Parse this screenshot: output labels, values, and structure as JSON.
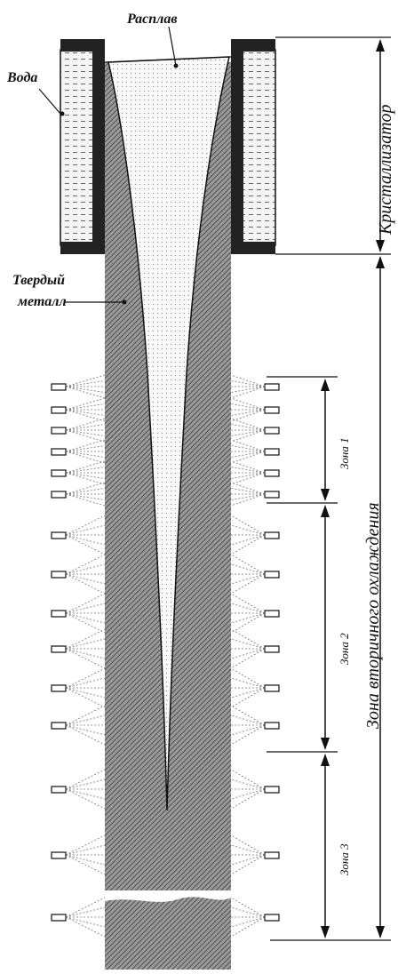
{
  "labels": {
    "melt": "Расплав",
    "water": "Вода",
    "solid_line1": "Твердый",
    "solid_line2": "металл",
    "mold": "Кристаллизатор",
    "secondary_cooling": "Зона вторичного охлаждения",
    "zone1": "Зона 1",
    "zone2": "Зона 2",
    "zone3": "Зона 3"
  },
  "spray_nozzles": {
    "zone1_count": 6,
    "zone2_count": 6,
    "zone3_count": 3
  },
  "colors": {
    "solid_hatch": "#555555",
    "water_fill": "#efefef",
    "melt_fill": "#f7f7f7",
    "ink": "#111111"
  }
}
